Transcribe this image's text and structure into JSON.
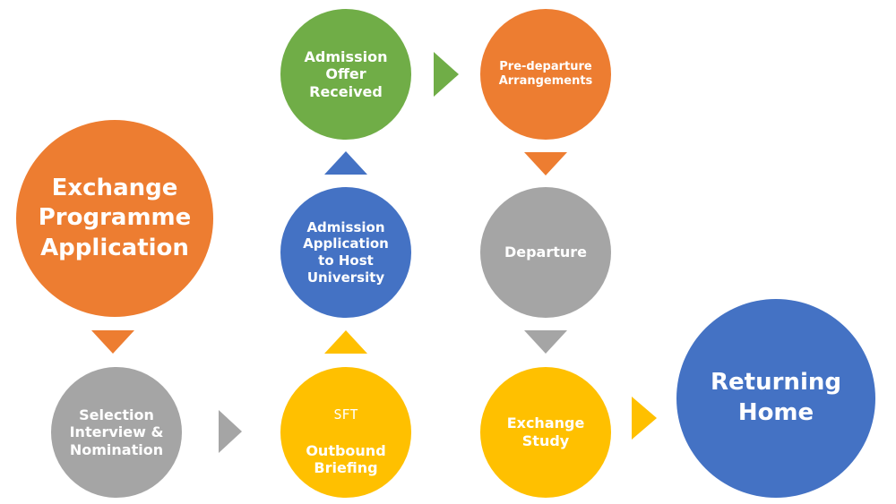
{
  "colors": {
    "orange": "#ED7D31",
    "blue": "#4472C4",
    "green": "#70AD47",
    "gray": "#A5A5A5",
    "yellow": "#FFC000"
  },
  "nodes": {
    "exchange_application": {
      "label": "Exchange\nProgramme\nApplication",
      "color": "orange"
    },
    "selection_interview": {
      "label": "Selection\nInterview &\nNomination",
      "color": "gray"
    },
    "sft_briefing": {
      "sub_label": "SFT",
      "label": "Outbound\nBriefing",
      "color": "yellow"
    },
    "admission_application": {
      "label": "Admission\nApplication\nto Host\nUniversity",
      "color": "blue"
    },
    "admission_offer": {
      "label": "Admission\nOffer\nReceived",
      "color": "green"
    },
    "pre_departure": {
      "label": "Pre-departure\nArrangements",
      "color": "orange"
    },
    "departure": {
      "label": "Departure",
      "color": "gray"
    },
    "exchange_study": {
      "label": "Exchange\nStudy",
      "color": "yellow"
    },
    "returning_home": {
      "label": "Returning\nHome",
      "color": "blue"
    }
  },
  "arrows": [
    {
      "from": "exchange_application",
      "to": "selection_interview",
      "direction": "down",
      "color": "orange"
    },
    {
      "from": "selection_interview",
      "to": "sft_briefing",
      "direction": "right",
      "color": "gray"
    },
    {
      "from": "sft_briefing",
      "to": "admission_application",
      "direction": "up",
      "color": "yellow"
    },
    {
      "from": "admission_application",
      "to": "admission_offer",
      "direction": "up",
      "color": "blue"
    },
    {
      "from": "admission_offer",
      "to": "pre_departure",
      "direction": "right",
      "color": "green"
    },
    {
      "from": "pre_departure",
      "to": "departure",
      "direction": "down",
      "color": "orange"
    },
    {
      "from": "departure",
      "to": "exchange_study",
      "direction": "down",
      "color": "gray"
    },
    {
      "from": "exchange_study",
      "to": "returning_home",
      "direction": "right",
      "color": "yellow"
    }
  ]
}
